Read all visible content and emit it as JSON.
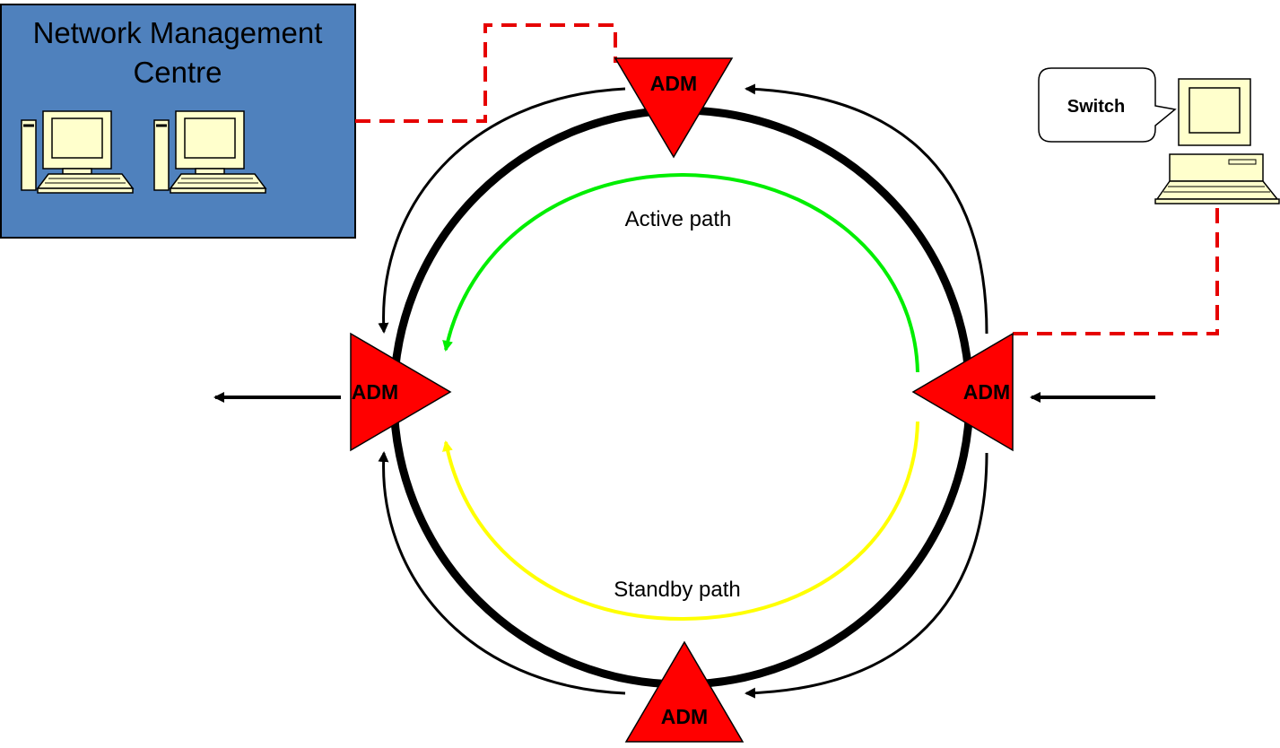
{
  "nmc": {
    "title_line1": "Network Management",
    "title_line2": "Centre"
  },
  "nodes": {
    "top": "ADM",
    "left": "ADM",
    "right": "ADM",
    "bottom": "ADM"
  },
  "paths": {
    "active": "Active path",
    "standby": "Standby path"
  },
  "switch": {
    "label": "Switch"
  },
  "colors": {
    "nmc_fill": "#4f81bd",
    "adm_fill": "#ff0000",
    "active_path": "#00ee00",
    "standby_path": "#ffff00",
    "management_link": "#e60000",
    "computer_body": "#ffffcc"
  },
  "icons": [
    "desktop-computer-icon",
    "desktop-computer-icon",
    "desktop-computer-icon"
  ]
}
